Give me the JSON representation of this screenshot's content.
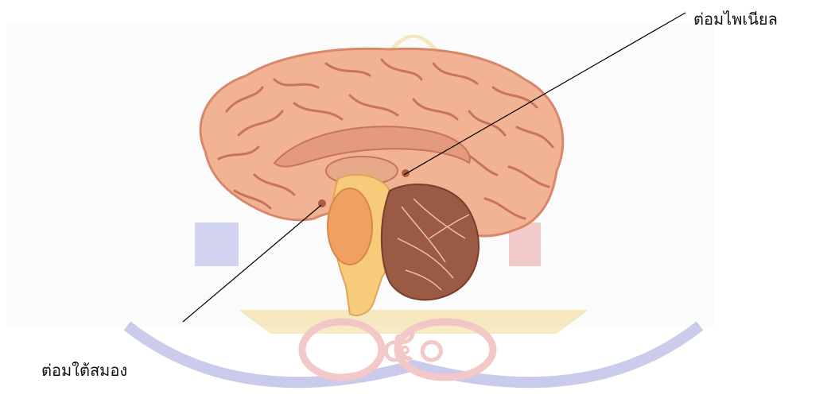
{
  "labels": {
    "pineal": "ต่อมไพเนียล",
    "pituitary": "ต่อมใต้สมอง"
  },
  "watermark": {
    "emblem_number": "๕๐"
  },
  "colors": {
    "brain_outer": "#e99e7e",
    "brain_fill": "#f2b294",
    "brain_gyri": "#c8745a",
    "brainstem": "#f6cc7a",
    "pons": "#f0a060",
    "cerebellum": "#9a5a44",
    "watermark_blue": "#4545b8",
    "watermark_red": "#d23c3c",
    "watermark_gold": "#e8b830"
  }
}
